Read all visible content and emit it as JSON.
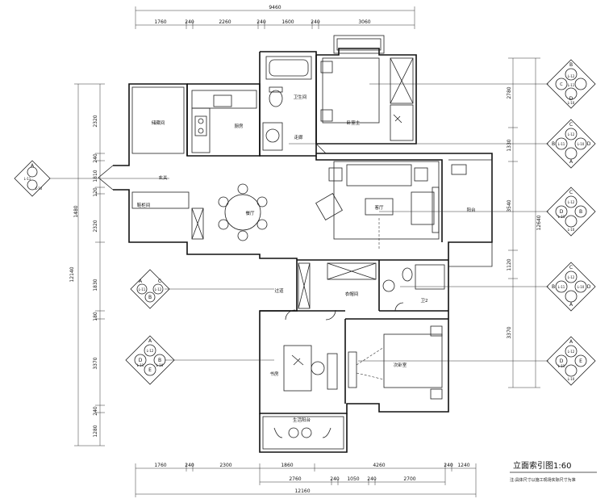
{
  "title": "立面索引图1:60",
  "note": "注:具体尺寸以施工现场实际尺寸为准",
  "dims": {
    "top_total": "9460",
    "top": [
      "1760",
      "240",
      "2260",
      "240",
      "1600",
      "240",
      "3060"
    ],
    "bottom1": [
      "1760",
      "240",
      "2300",
      "1860",
      "4260",
      "240",
      "1240"
    ],
    "bottom2": [
      "2760",
      "240",
      "1050",
      "240",
      "2700"
    ],
    "bottom_total": "12160",
    "left_total": "12140",
    "left1": [
      "2320",
      "240",
      "1810",
      "120",
      "1480",
      "2320",
      "1830",
      "180",
      "3370",
      "240",
      "1280"
    ],
    "right_total": "12640",
    "right1": [
      "2780",
      "1330",
      "3540",
      "1120",
      "3370"
    ]
  },
  "rooms": {
    "storage": "储藏间",
    "kitchen": "厨房",
    "bathroom": "卫生间",
    "master_bedroom": "卧室主",
    "hall": "走廊",
    "entrance": "玄关",
    "dining": "餐厅",
    "living": "客厅",
    "balcony_big": "阳台",
    "shoe": "鞋柜间",
    "corridor": "过道",
    "cloakroom": "衣帽间",
    "bath2": "卫2",
    "study": "书房",
    "second_bedroom": "次卧室",
    "balcony_small": "生活阳台"
  },
  "markers": [
    {
      "top": "B",
      "left": "C",
      "right": "",
      "bottom": "",
      "l1": "L-12",
      "l2": "L-11",
      "l3": "L-10",
      "m": "D"
    },
    {
      "top": "C",
      "left": "B",
      "right": "D",
      "bottom": "A",
      "l1": "L-12",
      "l2": "L-11",
      "l3": "L-10"
    },
    {
      "top": "A",
      "left": "",
      "right": "",
      "bottom": "",
      "l1": "L-11",
      "l2": "L-10"
    },
    {
      "top": "C",
      "left": "D",
      "right": "B",
      "bottom": "",
      "l1": "L-12",
      "l2": "L-11",
      "l3": "L-10"
    },
    {
      "top": "C",
      "left": "B",
      "right": "D",
      "bottom": "A",
      "l1": "L-12",
      "l2": "L-11",
      "l3": "L-10"
    },
    {
      "top": "A",
      "left": "",
      "right": "C",
      "bottom": "B",
      "l1": "L-11",
      "l2": "L-12"
    },
    {
      "top": "A",
      "left": "D",
      "right": "B",
      "bottom": "E",
      "l1": "L-12",
      "l2": "L-11",
      "l3": "L-10"
    },
    {
      "top": "A",
      "left": "D",
      "right": "E",
      "bottom": "",
      "l1": "L-12",
      "l2": "L-11",
      "l3": "L-10"
    }
  ]
}
